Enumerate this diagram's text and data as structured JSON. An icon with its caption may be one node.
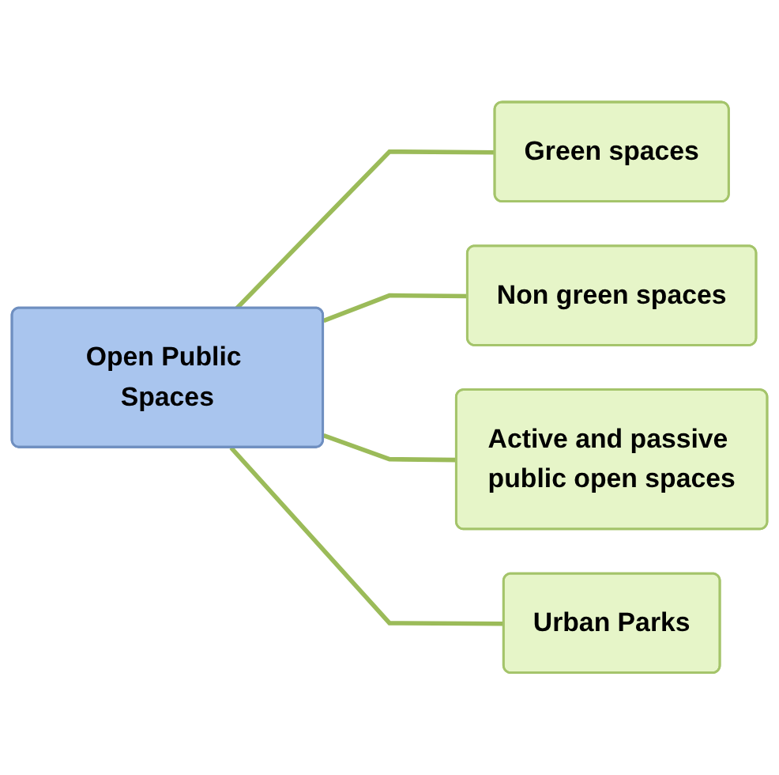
{
  "diagram": {
    "nodes": [
      {
        "text": [
          "Open Public Spaces"
        ]
      },
      {
        "text": [
          "Green spaces"
        ]
      },
      {
        "text": [
          "Non green spaces"
        ]
      },
      {
        "text": [
          "Active and passive public open spaces"
        ]
      },
      {
        "text": [
          "Urban Parks"
        ]
      }
    ],
    "edges": [
      {
        "from": 0,
        "to": 1,
        "arrow": "none"
      },
      {
        "from": 0,
        "to": 2,
        "arrow": "none"
      },
      {
        "from": 0,
        "to": 3,
        "arrow": "none"
      },
      {
        "from": 0,
        "to": 4,
        "arrow": "none"
      }
    ]
  }
}
